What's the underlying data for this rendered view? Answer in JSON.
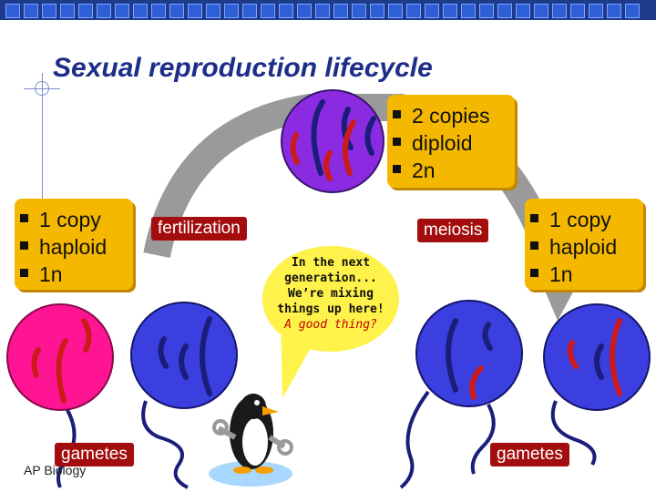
{
  "title": "Sexual reproduction lifecycle",
  "diploid_box": {
    "items": [
      "2 copies",
      "diploid",
      "2n"
    ]
  },
  "left_box": {
    "items": [
      "1 copy",
      "haploid",
      "1n"
    ]
  },
  "right_box": {
    "items": [
      "1 copy",
      "haploid",
      "1n"
    ]
  },
  "labels": {
    "fertilization": "fertilization",
    "meiosis": "meiosis",
    "gametes_left": "gametes",
    "gametes_right": "gametes"
  },
  "callout": {
    "line1": "In the next",
    "line2": "generation...",
    "line3": "We’re mixing",
    "line4": "things up here!",
    "line5": "A good thing?"
  },
  "footer": "AP Biology",
  "colors": {
    "title": "#1d2d8a",
    "box": "#f5b800",
    "label_bg": "#a30d0d",
    "cell_purple": "#8a2be2",
    "cell_pink": "#ff1493",
    "cell_blue": "#3b3fe0",
    "chromosome_red": "#cc1a1a",
    "chromosome_navy": "#1b1d7a"
  },
  "icons": [
    "bullet-square-icon",
    "penguin-wrench-icon",
    "cycle-arrow-icon"
  ]
}
